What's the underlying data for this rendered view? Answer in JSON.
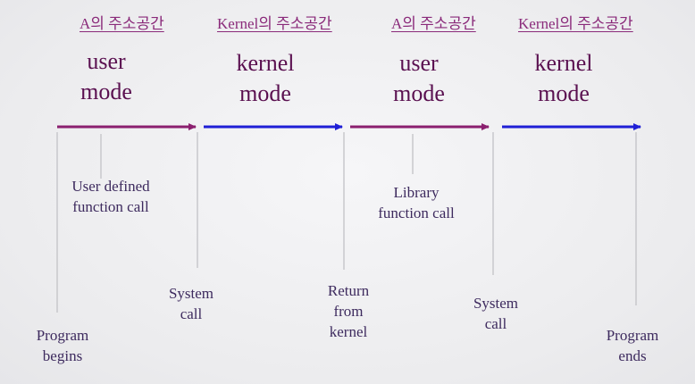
{
  "colors": {
    "user_arrow": "#8b1f6f",
    "kernel_arrow": "#1f1fd6",
    "tick_line": "#c8c8cc",
    "space_label": "#8a2a7a",
    "mode_text": "#5a1050",
    "event_text": "#3d2a5e"
  },
  "address_spaces": [
    {
      "label": "A의 주소공간"
    },
    {
      "label": "Kernel의 주소공간"
    },
    {
      "label": "A의 주소공간"
    },
    {
      "label": "Kernel의 주소공간"
    }
  ],
  "segments": [
    {
      "mode_line1": "user",
      "mode_line2": "mode",
      "kind": "user"
    },
    {
      "mode_line1": "kernel",
      "mode_line2": "mode",
      "kind": "kernel"
    },
    {
      "mode_line1": "user",
      "mode_line2": "mode",
      "kind": "user"
    },
    {
      "mode_line1": "kernel",
      "mode_line2": "mode",
      "kind": "kernel"
    }
  ],
  "events": {
    "user_defined_call": {
      "line1": "User defined",
      "line2": "function call"
    },
    "library_call": {
      "line1": "Library",
      "line2": "function call"
    },
    "program_begins": {
      "line1": "Program",
      "line2": "begins"
    },
    "system_call_1": {
      "line1": "System",
      "line2": "call"
    },
    "return_from_kernel": {
      "line1": "Return",
      "line2": "from",
      "line3": "kernel"
    },
    "system_call_2": {
      "line1": "System",
      "line2": "call"
    },
    "program_ends": {
      "line1": "Program",
      "line2": "ends"
    }
  }
}
